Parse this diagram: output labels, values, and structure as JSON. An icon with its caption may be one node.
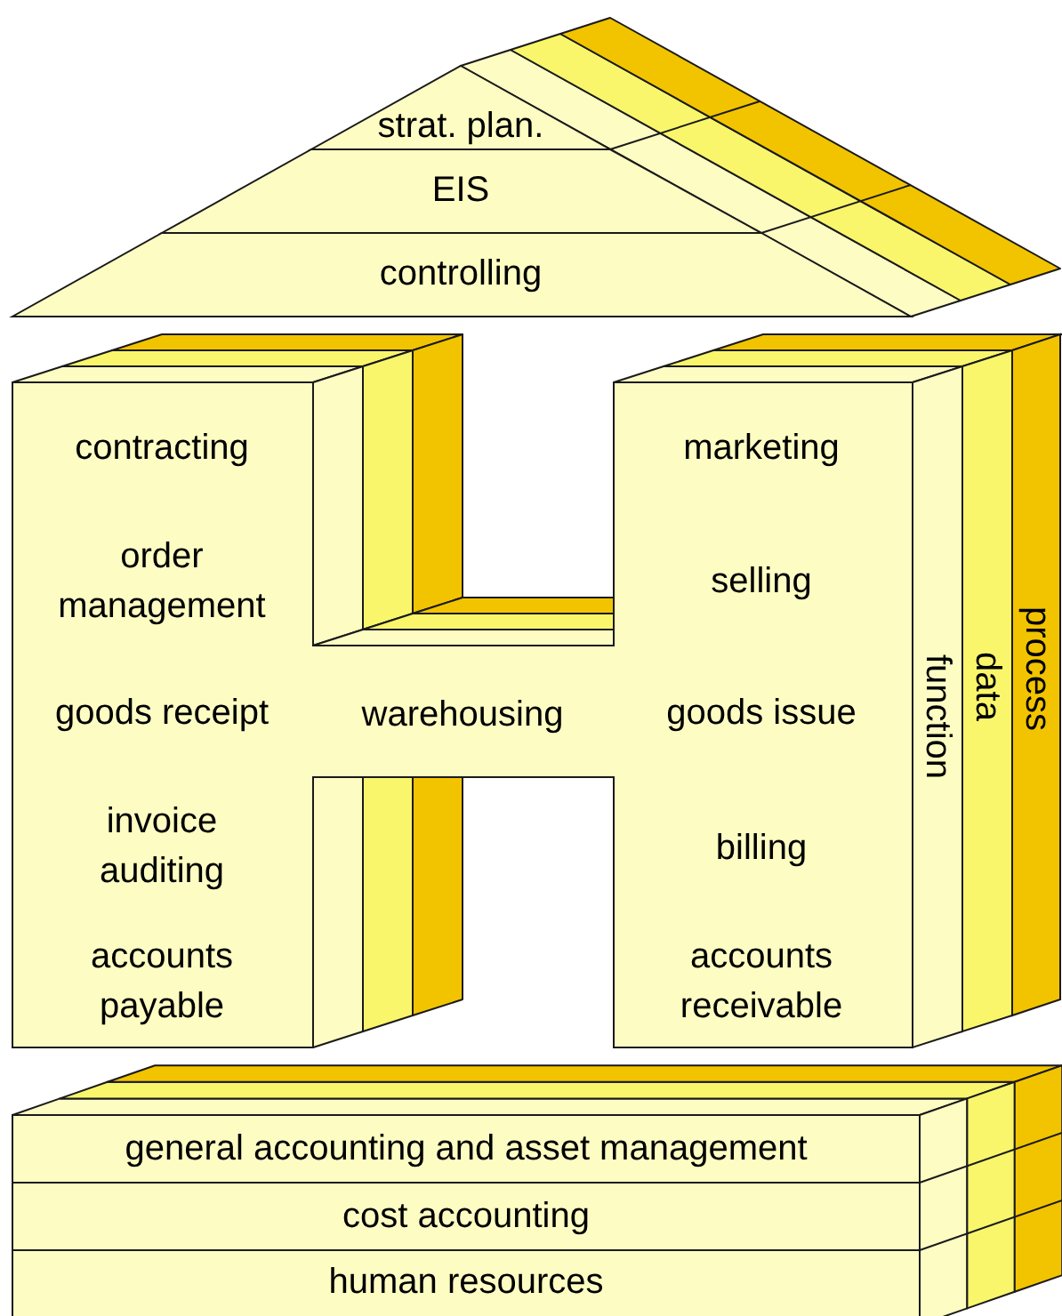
{
  "diagram": {
    "nodes": [
      {
        "text": [
          "strat. plan."
        ]
      },
      {
        "text": [
          "EIS"
        ]
      },
      {
        "text": [
          "controlling"
        ]
      },
      {
        "text": [
          "contracting",
          "order management",
          "goods receipt",
          "invoice auditing",
          "accounts payable",
          "warehousing",
          "marketing",
          "selling",
          "goods issue",
          "billing",
          "accounts receivable"
        ]
      },
      {
        "text": [
          "function"
        ]
      },
      {
        "text": [
          "data"
        ]
      },
      {
        "text": [
          "process"
        ]
      },
      {
        "text": [
          "general accounting and asset management"
        ]
      },
      {
        "text": [
          "cost accounting"
        ]
      },
      {
        "text": [
          "human resources"
        ]
      }
    ]
  }
}
